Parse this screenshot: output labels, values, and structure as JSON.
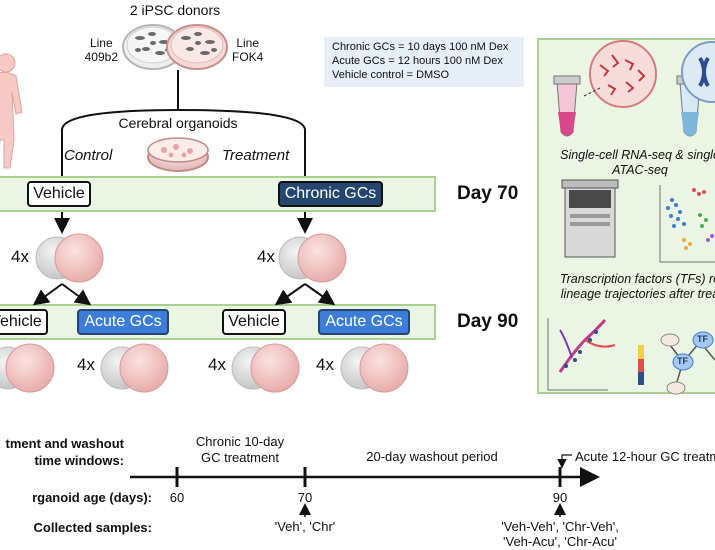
{
  "donors": {
    "title": "2 iPSC donors",
    "line_left": "Line\n409b2",
    "line_right": "Line\nFOK4"
  },
  "legend": {
    "line1": "Chronic GCs = 10 days 100 nM Dex",
    "line2": "Acute GCs = 12 hours 100 nM Dex",
    "line3": "Vehicle control = DMSO"
  },
  "organoids_label": "Cerebral organoids",
  "arms": {
    "control": "Control",
    "treatment": "Treatment"
  },
  "day70": {
    "label": "Day 70",
    "vehicle": "Vehicle",
    "chronic": "Chronic GCs",
    "count_left": "4x",
    "count_right": "4x"
  },
  "day90": {
    "label": "Day 90",
    "vehicle_a": "Vehicle",
    "acute_a": "Acute GCs",
    "vehicle_b": "Vehicle",
    "acute_b": "Acute GCs",
    "counts": [
      "4x",
      "4x",
      "4x"
    ]
  },
  "panel": {
    "assay": "Single-cell RNA-seq & single\nATAC-seq",
    "tf": "Transcription factors (TFs) re\nlineage trajectories after trea",
    "tf_node": "TF"
  },
  "timeline": {
    "windows_label": "tment and washout\ntime windows:",
    "age_label": "rganoid age (days):",
    "samples_label": "Collected samples:",
    "chronic_window": "Chronic 10-day\nGC treatment",
    "washout": "20-day washout period",
    "acute_window": "Acute 12-hour GC treatm",
    "ticks": [
      "60",
      "70",
      "90"
    ],
    "samples_70": "'Veh', 'Chr'",
    "samples_90": "'Veh-Veh', 'Chr-Veh',\n'Veh-Acu', 'Chr-Acu'"
  },
  "colors": {
    "band_fill": "#eaf5e3",
    "band_border": "#a9d08e",
    "navy": "#24466f",
    "blue": "#3b7dd8",
    "legend_fill": "#e6eef8",
    "organoid_pink": "#f0c4c2",
    "organoid_grey": "#dcdcdc"
  }
}
